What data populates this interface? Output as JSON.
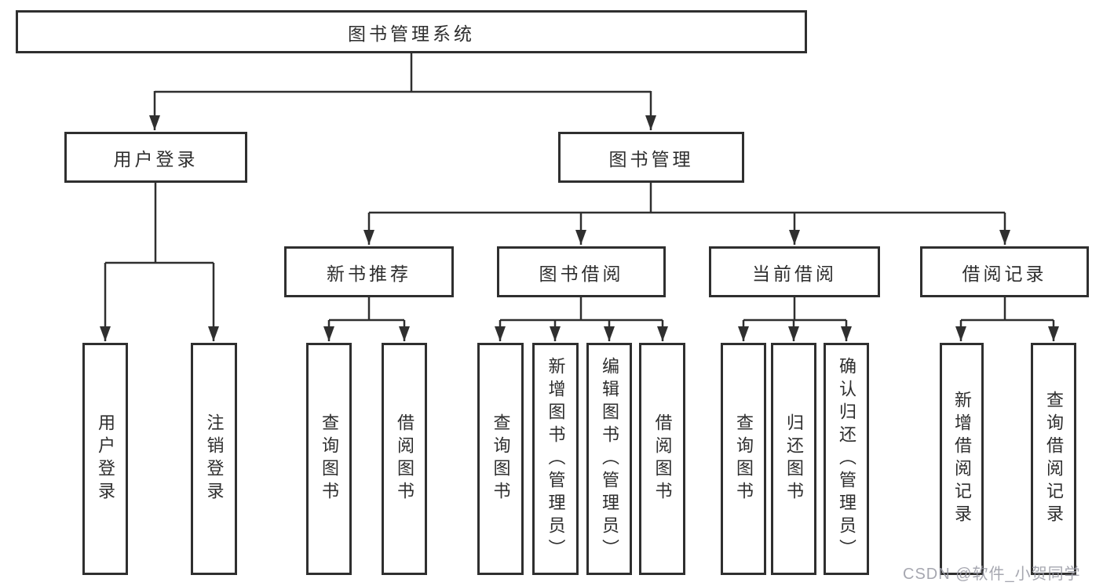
{
  "tree": {
    "root": "图书管理系统",
    "branches": [
      {
        "label": "用户登录",
        "children": [
          "用户登录",
          "注销登录"
        ]
      },
      {
        "label": "图书管理",
        "sections": [
          {
            "label": "新书推荐",
            "children": [
              "查询图书",
              "借阅图书"
            ]
          },
          {
            "label": "图书借阅",
            "children": [
              "查询图书",
              "新增图书（管理员）",
              "编辑图书（管理员）",
              "借阅图书"
            ]
          },
          {
            "label": "当前借阅",
            "children": [
              "查询图书",
              "归还图书",
              "确认归还（管理员）"
            ]
          },
          {
            "label": "借阅记录",
            "children": [
              "新增借阅记录",
              "查询借阅记录"
            ]
          }
        ]
      }
    ]
  },
  "watermark": {
    "text": "CSDN @软件_小贺同学"
  },
  "colors": {
    "line": "#2f2f2f",
    "box_border": "#2f2f2f",
    "text": "#2e2e2e",
    "watermark": "#9698a2",
    "background": "#ffffff"
  }
}
